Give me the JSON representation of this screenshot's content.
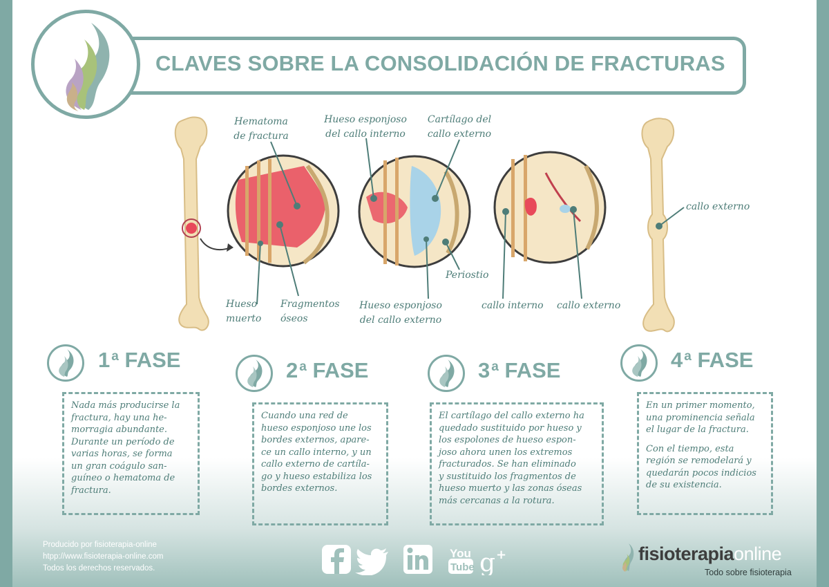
{
  "header": {
    "title": "CLAVES SOBRE LA CONSOLIDACIÓN DE FRACTURAS"
  },
  "diagram": {
    "labels": {
      "hematoma": "Hematoma\nde fractura",
      "hueso_esponjoso_interno": "Hueso esponjoso\ndel callo interno",
      "cartilago_externo": "Cartílago del\ncallo externo",
      "callo_externo_bone": "callo externo",
      "hueso_muerto": "Hueso\nmuerto",
      "fragmentos_oseos": "Fragmentos\nóseos",
      "periostio": "Periostio",
      "hueso_esponjoso_externo": "Hueso esponjoso\ndel callo externo",
      "callo_interno": "callo interno",
      "callo_externo": "callo externo"
    }
  },
  "phases": [
    {
      "number": "1",
      "suffix": "a",
      "word": "FASE",
      "paragraphs": [
        "Nada más producirse la\nfractura, hay una he-\nmorragia abundante.\nDurante un período de\nvarias horas, se forma\nun gran coágulo san-\nguíneo o hematoma de\nfractura."
      ]
    },
    {
      "number": "2",
      "suffix": "a",
      "word": "FASE",
      "paragraphs": [
        "Cuando una red de\nhueso esponjoso une los\nbordes externos, apare-\nce un callo interno, y un\ncallo externo de cartíla-\ngo y hueso estabiliza los\nbordes externos."
      ]
    },
    {
      "number": "3",
      "suffix": "a",
      "word": "FASE",
      "paragraphs": [
        "El cartílago del callo externo ha\nquedado sustituido por hueso y\nlos espolones de hueso espon-\njoso ahora unen los extremos\nfracturados. Se han eliminado\ny sustituido los fragmentos de\nhueso muerto y las zonas óseas\nmás cercanas a la rotura."
      ]
    },
    {
      "number": "4",
      "suffix": "a",
      "word": "FASE",
      "paragraphs": [
        "En un primer momento,\nuna prominencia señala\nel lugar de la fractura.",
        "Con el tiempo, esta\nregión se remodelará y\nquedarán pocos indicios\nde su existencia."
      ]
    }
  ],
  "footer": {
    "credit_lines": [
      "Producido por fisioterapia-online",
      "htpp://www.fisioterapia-online.com",
      "Todos los derechos reservados."
    ],
    "brand_bold": "fisioterapia",
    "brand_light": "online",
    "brand_tagline": "Todo sobre fisioterapia",
    "social": [
      "facebook-icon",
      "twitter-icon",
      "linkedin-icon",
      "youtube-icon",
      "google-plus-icon"
    ]
  },
  "colors": {
    "accent": "#7fa9a4",
    "text": "#4e7d78",
    "bone": "#f2dfb5",
    "blood": "#e8495a",
    "cartilage": "#a9d3e8"
  }
}
